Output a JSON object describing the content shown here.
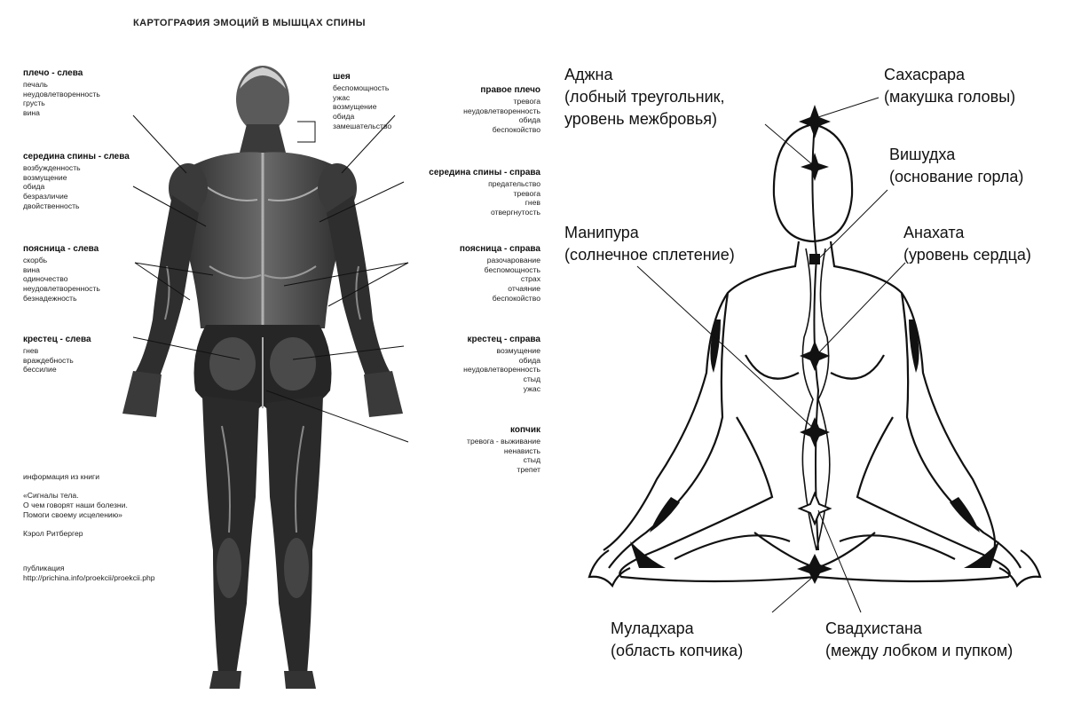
{
  "left": {
    "title": "КАРТОГРАФИЯ ЭМОЦИЙ В МЫШЦАХ СПИНЫ",
    "groups": [
      {
        "title": "плечо - слева",
        "items": [
          "печаль",
          "неудовлетворенность",
          "грусть",
          "вина"
        ]
      },
      {
        "title": "середина спины - слева",
        "items": [
          "возбужденность",
          "возмущение",
          "обида",
          "безразличие",
          "двойственность"
        ]
      },
      {
        "title": "поясница - слева",
        "items": [
          "скорбь",
          "вина",
          "одиночество",
          "неудовлетворенность",
          "безнадежность"
        ]
      },
      {
        "title": "крестец - слева",
        "items": [
          "гнев",
          "враждебность",
          "бессилие"
        ]
      },
      {
        "title": "шея",
        "items": [
          "беспомощность",
          "ужас",
          "возмущение",
          "обида",
          "замешательство"
        ]
      },
      {
        "title": "правое плечо",
        "items": [
          "тревога",
          "неудовлетворенность",
          "обида",
          "беспокойство"
        ]
      },
      {
        "title": "середина спины - справа",
        "items": [
          "предательство",
          "тревога",
          "гнев",
          "отвергнутость"
        ]
      },
      {
        "title": "поясница - справа",
        "items": [
          "разочарование",
          "беспомощность",
          "страх",
          "отчаяние",
          "беспокойство"
        ]
      },
      {
        "title": "крестец - справа",
        "items": [
          "возмущение",
          "обида",
          "неудовлетворенность",
          "стыд",
          "ужас"
        ]
      },
      {
        "title": "копчик",
        "items": [
          "тревога - выживание",
          "ненависть",
          "стыд",
          "трепет"
        ]
      }
    ],
    "source": {
      "line1": "информация из книги",
      "line2": "«Сигналы тела.",
      "line3": "О чем говорят наши болезни.",
      "line4": "Помоги своему исцелению»",
      "author": "Кэрол Ритбергер",
      "pub_label": "публикация",
      "url": "http://prichina.info/proekcii/proekcii.php"
    }
  },
  "right": {
    "chakras": [
      {
        "name": "Аджна",
        "desc": "(лобный треугольник,",
        "desc2": "уровень межбровья)"
      },
      {
        "name": "Сахасрара",
        "desc": "(макушка головы)"
      },
      {
        "name": "Вишудха",
        "desc": "(основание горла)"
      },
      {
        "name": "Манипура",
        "desc": "(солнечное сплетение)"
      },
      {
        "name": "Анахата",
        "desc": "(уровень сердца)"
      },
      {
        "name": "Муладхара",
        "desc": "(область копчика)"
      },
      {
        "name": "Свадхистана",
        "desc": "(между лобком и пупком)"
      }
    ]
  },
  "colors": {
    "muscle_dark": "#1c1c1c",
    "muscle_mid": "#4a4a4a",
    "muscle_light": "#8a8a8a",
    "line": "#111111"
  }
}
